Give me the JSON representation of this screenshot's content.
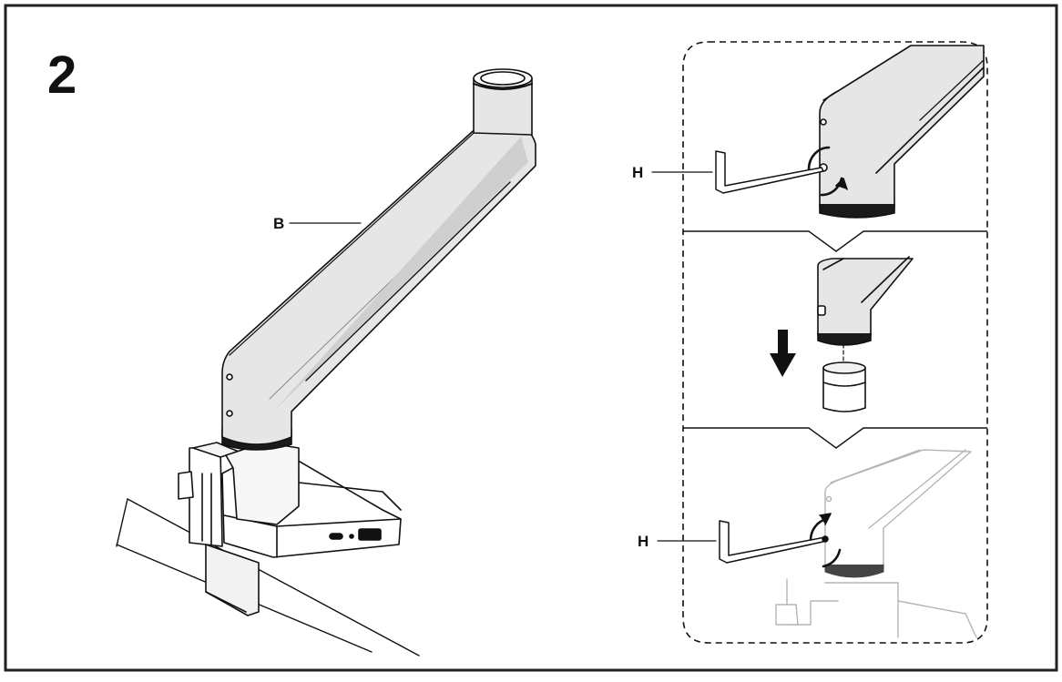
{
  "step": {
    "number": "2"
  },
  "main_view": {
    "part_label": "B"
  },
  "detail_panel": {
    "top": {
      "tool_label": "H",
      "action": "loosen"
    },
    "middle": {
      "action": "lower-arm-onto-post",
      "arrow": "down-arrow"
    },
    "bottom": {
      "tool_label": "H",
      "action": "tighten"
    }
  },
  "colors": {
    "outline": "#111111",
    "arm_fill": "#e6e6e6",
    "arm_shade": "#d2d2d2",
    "faded_outline": "#b5b5b5",
    "frame": "#222222"
  }
}
